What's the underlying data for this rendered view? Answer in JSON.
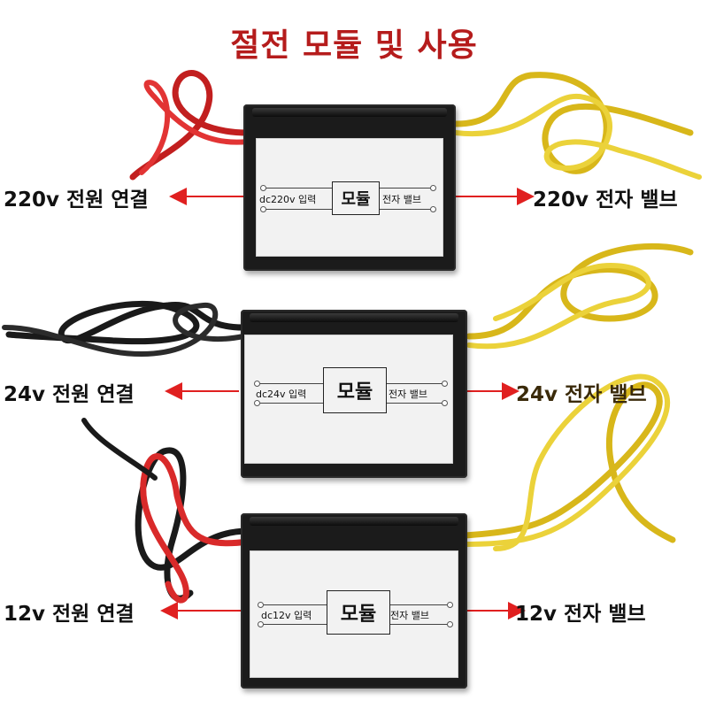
{
  "title": "절전 모듈  및 사용",
  "colors": {
    "title": "#b51c1c",
    "arrow": "#e02020",
    "wire_red": "#d92a2a",
    "wire_black": "#1a1a1a",
    "wire_yellow": "#e6c81e"
  },
  "modules": [
    {
      "box_label": "모듈",
      "input_label": "dc220v 입력",
      "output_label": "전자 밸브",
      "left_caption": "220v 전원 연결",
      "right_caption": "220v 전자 밸브"
    },
    {
      "box_label": "모듈",
      "input_label": "dc24v 입력",
      "output_label": "전자 밸브",
      "left_caption": "24v 전원 연결",
      "right_caption": "24v 전자 밸브"
    },
    {
      "box_label": "모듈",
      "input_label": "dc12v 입력",
      "output_label": "전자 밸브",
      "left_caption": "12v 전원 연결",
      "right_caption": "12v 전자 밸브"
    }
  ]
}
